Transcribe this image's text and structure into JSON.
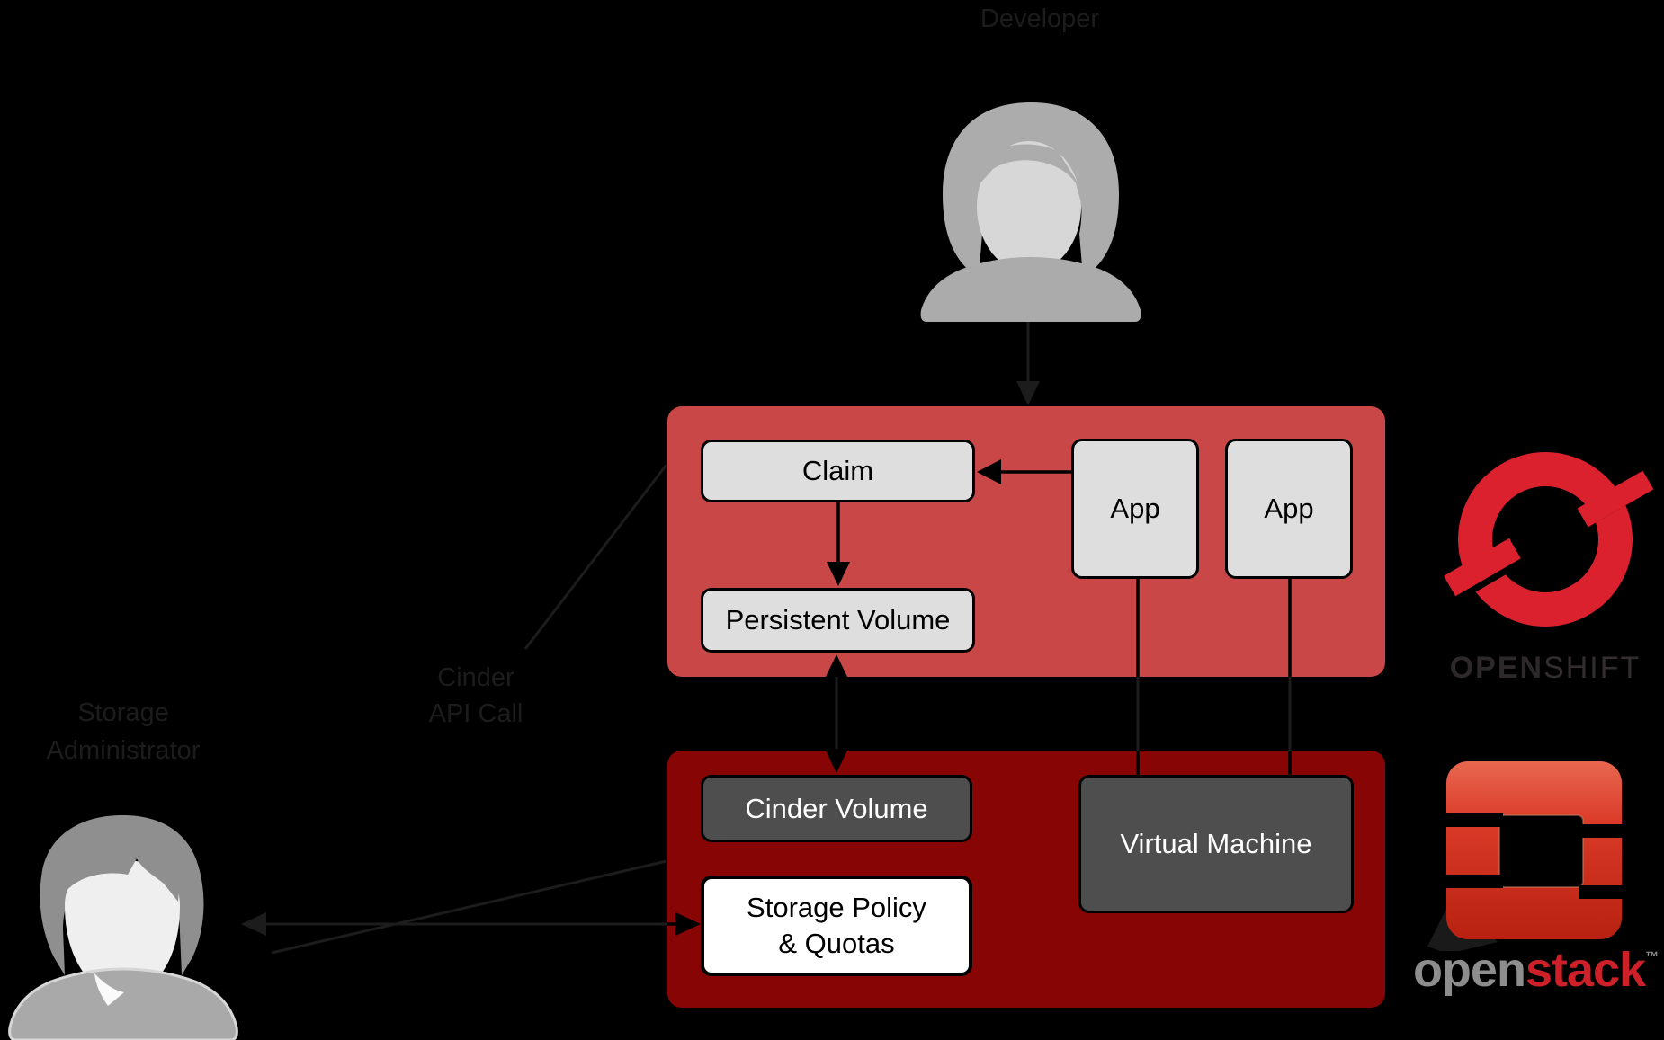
{
  "actors": {
    "developer": {
      "label": "Developer"
    },
    "storage_admin": {
      "label_line1": "Storage",
      "label_line2": "Administrator"
    }
  },
  "annotations": {
    "api_call_line1": "Cinder",
    "api_call_line2": "API Call"
  },
  "openshift": {
    "nodes": {
      "claim": "Claim",
      "persistent_volume": "Persistent Volume",
      "app_left": "App",
      "app_right": "App"
    },
    "brand": {
      "word_bold": "OPEN",
      "word_light": "SHIFT"
    }
  },
  "openstack": {
    "nodes": {
      "cinder_volume": "Cinder Volume",
      "virtual_machine": "Virtual Machine",
      "storage_policy_line1": "Storage Policy",
      "storage_policy_line2": "& Quotas"
    },
    "brand": {
      "word_gray": "open",
      "word_red": "stack",
      "trademark": "™"
    }
  },
  "colors": {
    "background": "#000000",
    "openshift_container": "#c94847",
    "openstack_container": "#870505",
    "node_light_fill": "#dedede",
    "node_dark_fill": "#4e4e4e",
    "node_white_fill": "#ffffff",
    "connector_black": "#000000",
    "faint_ink": "#1c1c1c",
    "openshift_logo_red": "#db212e",
    "openstack_logo_red": "#ce2029",
    "openstack_word_gray": "#8d8d8d",
    "avatar_gray": "#ababab"
  }
}
